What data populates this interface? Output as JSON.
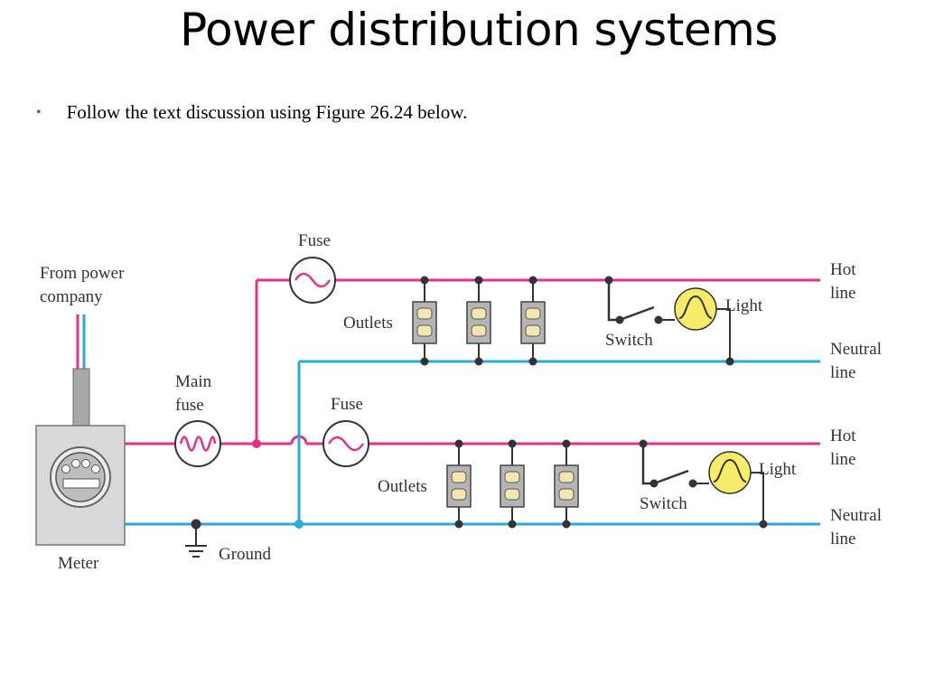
{
  "title": "Power distribution systems",
  "bullet": "Follow the text discussion using Figure 26.24 below.",
  "labels": {
    "from_power_company_1": "From power",
    "from_power_company_2": "company",
    "meter": "Meter",
    "main_fuse_1": "Main",
    "main_fuse_2": "fuse",
    "fuse_top": "Fuse",
    "fuse_bottom": "Fuse",
    "ground": "Ground",
    "outlets_top": "Outlets",
    "outlets_bottom": "Outlets",
    "switch_top": "Switch",
    "switch_bottom": "Switch",
    "light_top": "Light",
    "light_bottom": "Light",
    "hot_line_top_1": "Hot",
    "hot_line_top_2": "line",
    "neutral_line_top_1": "Neutral",
    "neutral_line_top_2": "line",
    "hot_line_bottom_1": "Hot",
    "hot_line_bottom_2": "line",
    "neutral_line_bottom_1": "Neutral",
    "neutral_line_bottom_2": "line"
  },
  "colors": {
    "hot": "#e0338a",
    "neutral": "#2aa8dc",
    "lamp": "#f7ec6a",
    "meter_box": "#d9d9d9",
    "outlet": "#b5b5b5"
  }
}
